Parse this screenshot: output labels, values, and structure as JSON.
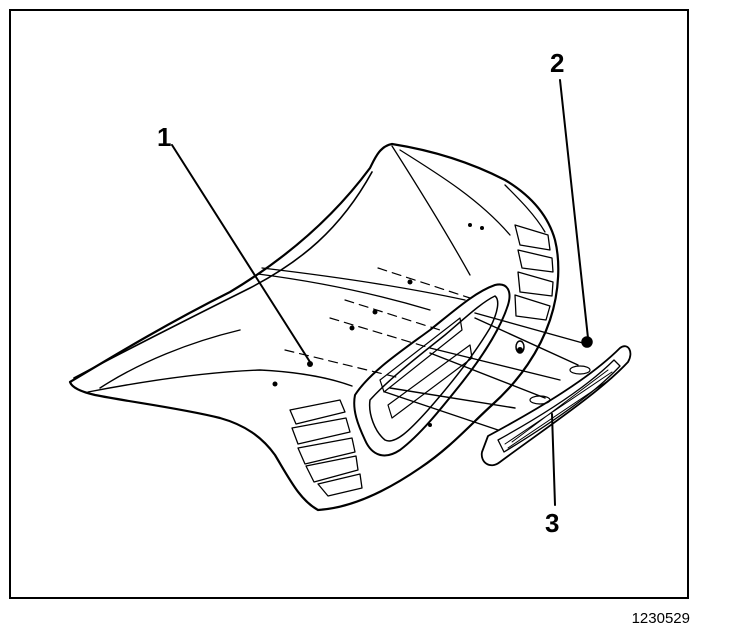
{
  "callouts": {
    "one": "1",
    "two": "2",
    "three": "3"
  },
  "figure_reference": "1230529",
  "colors": {
    "line": "#000000",
    "background": "#ffffff"
  }
}
